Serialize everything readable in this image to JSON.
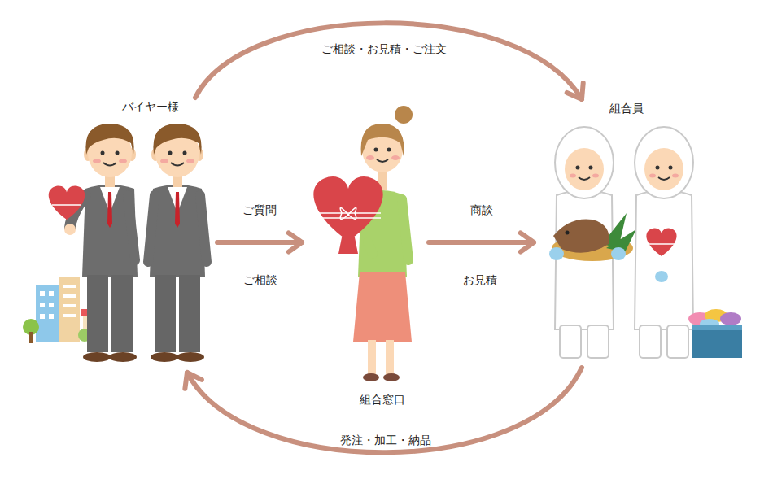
{
  "diagram": {
    "nodes": [
      {
        "text": [
          "バイヤー様"
        ]
      },
      {
        "text": [
          "組合窓口"
        ]
      },
      {
        "text": [
          "組合員"
        ]
      }
    ],
    "edges": [
      {
        "from": 0,
        "to": 2,
        "arrow": "to",
        "label": "ご相談・お見積・ご注文"
      },
      {
        "from": 0,
        "to": 1,
        "arrow": "to",
        "label": "ご質問"
      },
      {
        "from": 1,
        "to": 2,
        "arrow": "to",
        "label": "商談"
      },
      {
        "from": 2,
        "to": 0,
        "arrow": "to",
        "label": "発注・加工・納品"
      }
    ],
    "labels": [
      "ご相談",
      "お見積"
    ]
  }
}
